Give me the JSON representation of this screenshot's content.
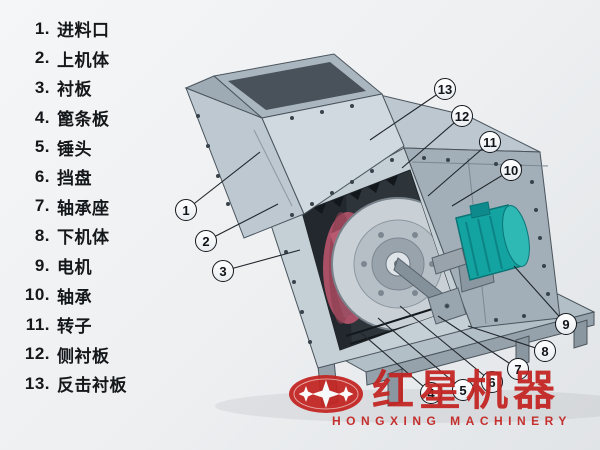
{
  "legend": {
    "items": [
      {
        "num": "1.",
        "label": "进料口"
      },
      {
        "num": "2.",
        "label": "上机体"
      },
      {
        "num": "3.",
        "label": "衬板"
      },
      {
        "num": "4.",
        "label": "篦条板"
      },
      {
        "num": "5.",
        "label": "锤头"
      },
      {
        "num": "6.",
        "label": "挡盘"
      },
      {
        "num": "7.",
        "label": "轴承座"
      },
      {
        "num": "8.",
        "label": "下机体"
      },
      {
        "num": "9.",
        "label": "电机"
      },
      {
        "num": "10.",
        "label": "轴承"
      },
      {
        "num": "11.",
        "label": "转子"
      },
      {
        "num": "12.",
        "label": "侧衬板"
      },
      {
        "num": "13.",
        "label": "反击衬板"
      }
    ]
  },
  "callouts": [
    {
      "num": "1"
    },
    {
      "num": "2"
    },
    {
      "num": "3"
    },
    {
      "num": "4"
    },
    {
      "num": "5"
    },
    {
      "num": "6"
    },
    {
      "num": "7"
    },
    {
      "num": "8"
    },
    {
      "num": "9"
    },
    {
      "num": "10"
    },
    {
      "num": "11"
    },
    {
      "num": "12"
    },
    {
      "num": "13"
    }
  ],
  "logo": {
    "brand": "红星机器",
    "subtitle": "HONGXING MACHINERY"
  },
  "colors": {
    "brand_red": "#c32320",
    "machine_light": "#c5cfd6",
    "machine_interior": "#2d343a",
    "motor_teal": "#13a3a0",
    "rotor_pink": "#aa5066"
  }
}
